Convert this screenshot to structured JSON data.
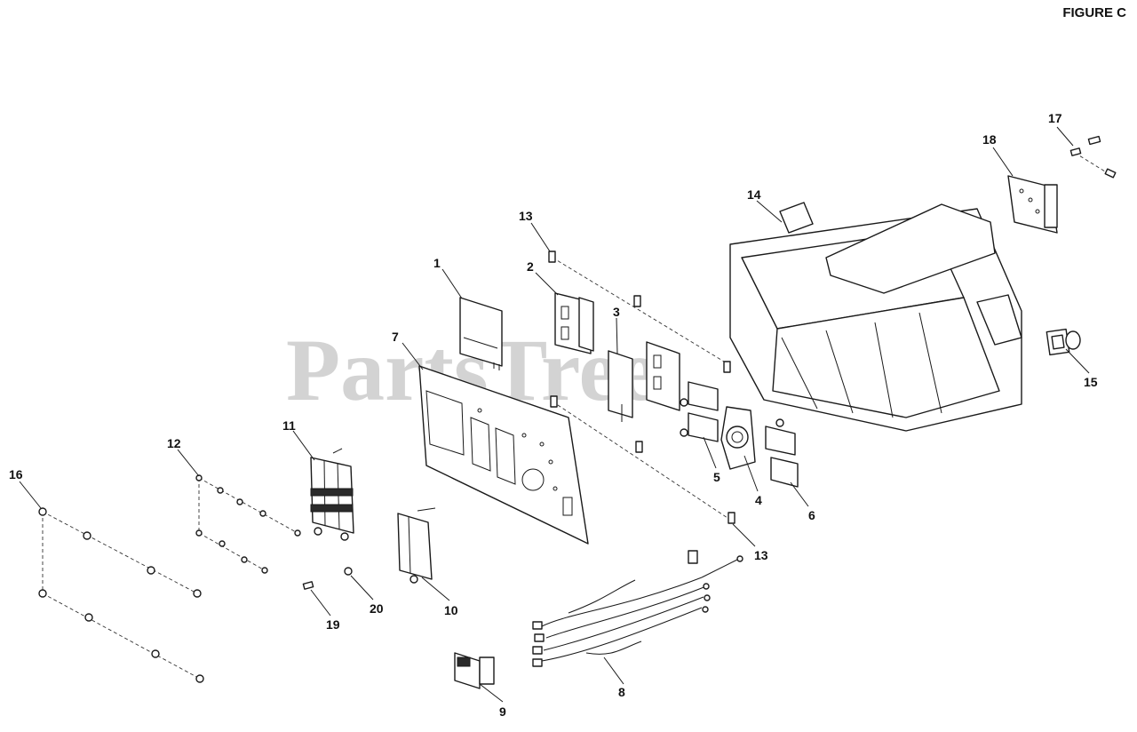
{
  "figure_title": "FIGURE C",
  "watermark": "PartsTree",
  "callouts": {
    "c1": "1",
    "c2": "2",
    "c3": "3",
    "c4": "4",
    "c5": "5",
    "c6": "6",
    "c7": "7",
    "c8": "8",
    "c9": "9",
    "c10": "10",
    "c11": "11",
    "c12": "12",
    "c13a": "13",
    "c13b": "13",
    "c14": "14",
    "c15": "15",
    "c16": "16",
    "c17": "17",
    "c18": "18",
    "c19": "19",
    "c20": "20"
  }
}
